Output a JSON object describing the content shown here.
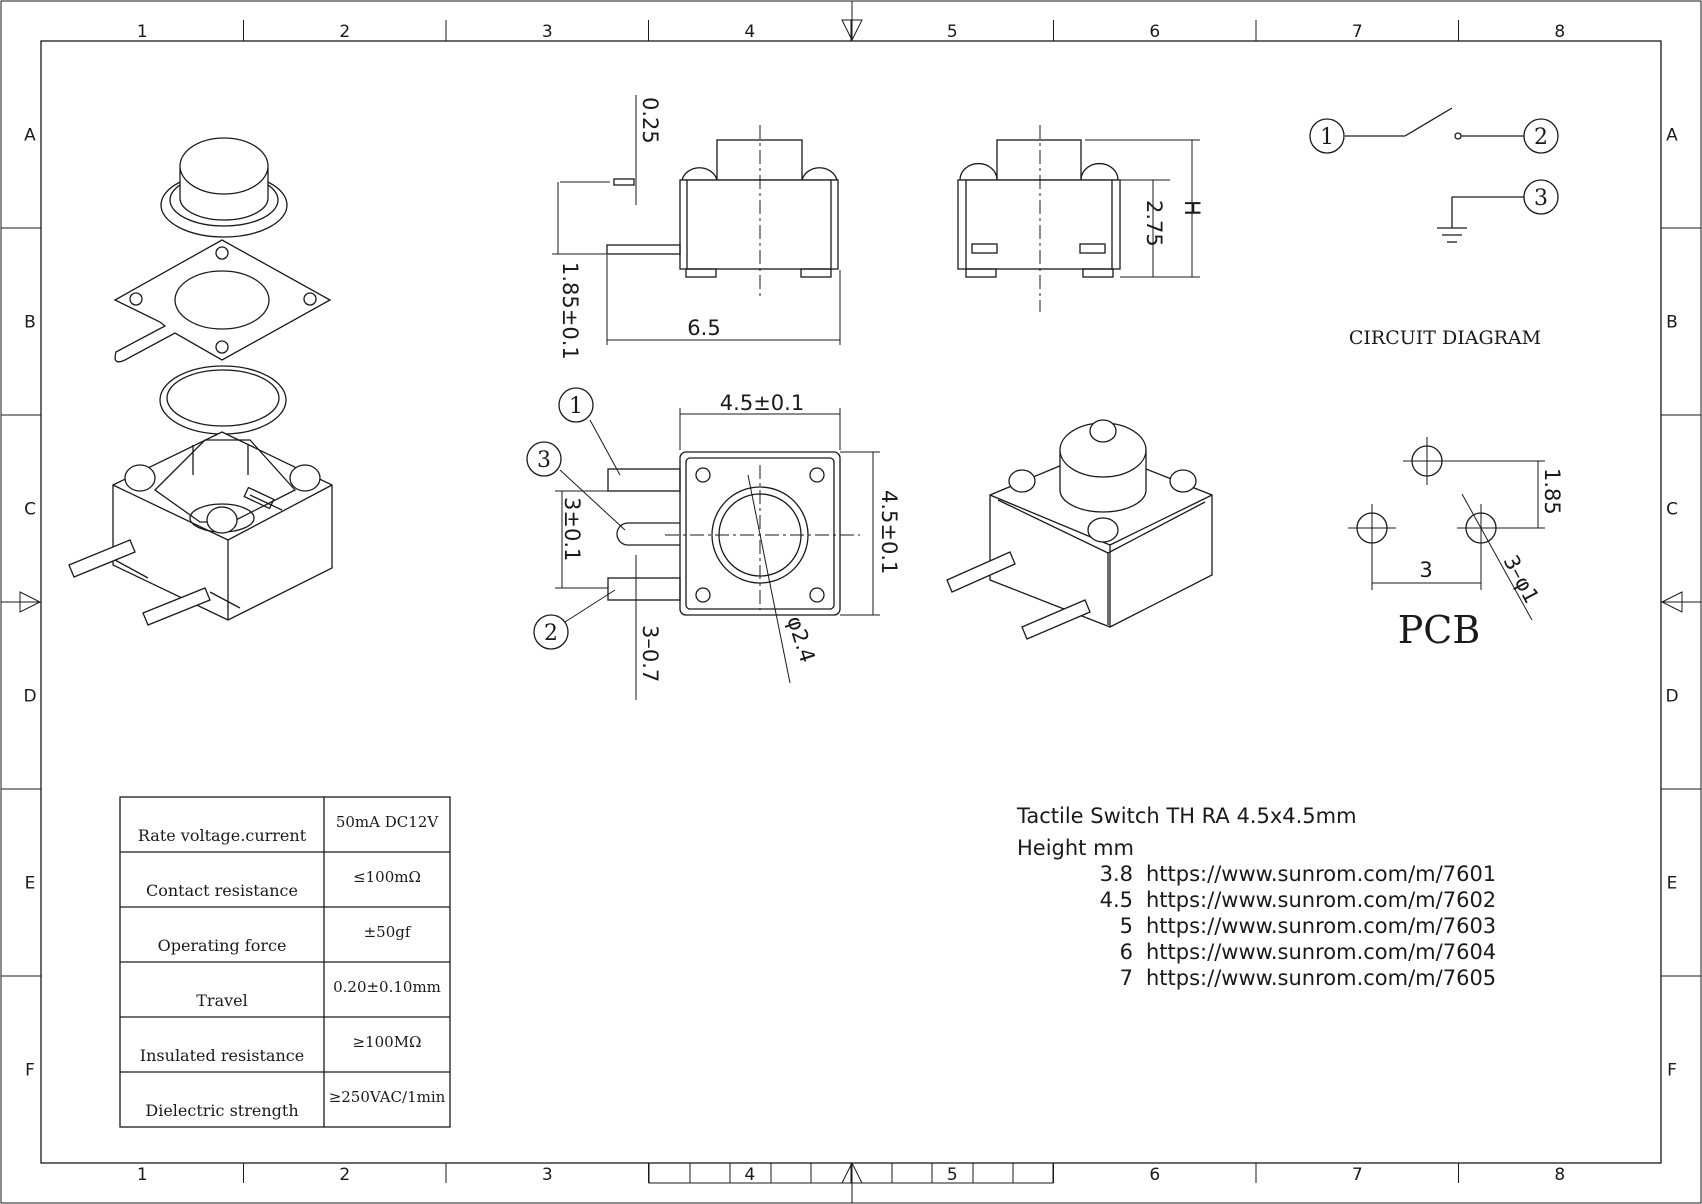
{
  "frame": {
    "columns": [
      "1",
      "2",
      "3",
      "4",
      "5",
      "6",
      "7",
      "8"
    ],
    "rows": [
      "A",
      "B",
      "C",
      "D",
      "E",
      "F"
    ]
  },
  "dimensions": {
    "lead_thickness": "0.25",
    "lead_height": "1.85±0.1",
    "overall_length": "6.5",
    "body_height": "2.75",
    "total_height": "H",
    "body_width": "4.5±0.1",
    "body_depth": "4.5±0.1",
    "pin_spacing": "3±0.1",
    "pin_width": "3–0.7",
    "actuator_diameter": "φ2.4",
    "pcb_vertical": "1.85",
    "pcb_horizontal": "3",
    "pcb_hole": "3–φ1"
  },
  "pins": {
    "p1": "1",
    "p2": "2",
    "p3": "3"
  },
  "labels": {
    "circuit_diagram": "CIRCUIT DIAGRAM",
    "pcb": "PCB"
  },
  "specs": [
    {
      "param": "Rate voltage.current",
      "value": "50mA DC12V"
    },
    {
      "param": "Contact resistance",
      "value": "≤100mΩ"
    },
    {
      "param": "Operating force",
      "value": "±50gf"
    },
    {
      "param": "Travel",
      "value": "0.20±0.10mm"
    },
    {
      "param": "Insulated resistance",
      "value": "≥100MΩ"
    },
    {
      "param": "Dielectric strength",
      "value": "≥250VAC/1min"
    }
  ],
  "product": {
    "title": "Tactile Switch TH RA 4.5x4.5mm",
    "height_heading": "Height mm",
    "variants": [
      {
        "height": "3.8",
        "url": "https://www.sunrom.com/m/7601"
      },
      {
        "height": "4.5",
        "url": "https://www.sunrom.com/m/7602"
      },
      {
        "height": "5",
        "url": "https://www.sunrom.com/m/7603"
      },
      {
        "height": "6",
        "url": "https://www.sunrom.com/m/7604"
      },
      {
        "height": "7",
        "url": "https://www.sunrom.com/m/7605"
      }
    ]
  }
}
